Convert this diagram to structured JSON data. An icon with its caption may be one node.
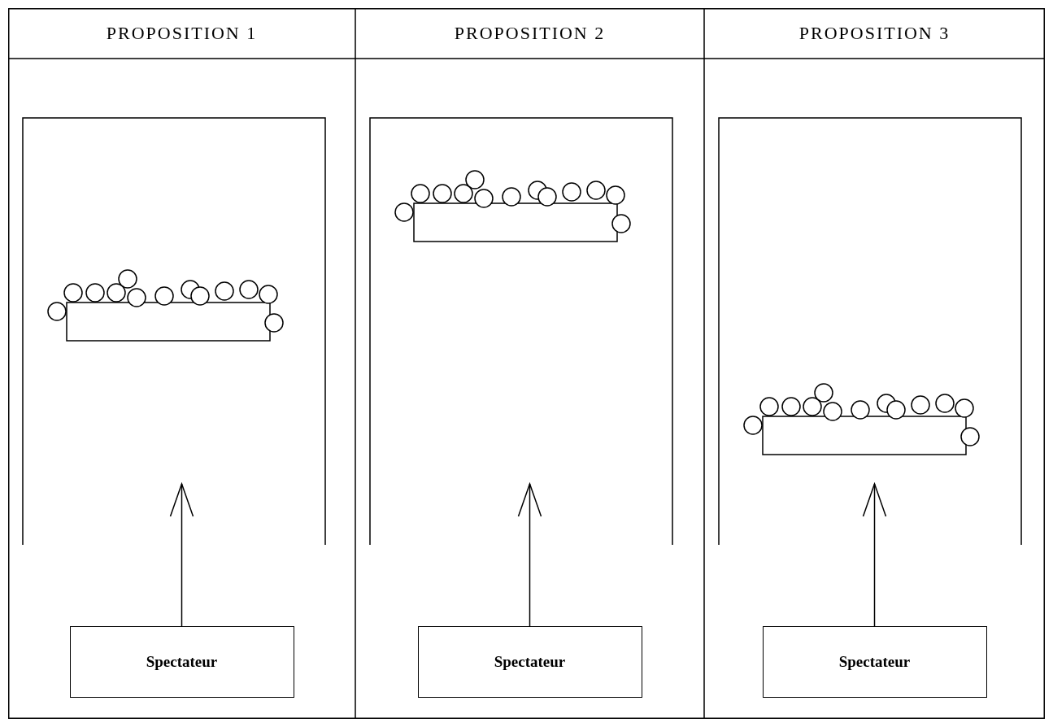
{
  "diagram": {
    "nodes": [
      {
        "text": [
          "Spectateur"
        ]
      },
      {
        "text": [
          "Spectateur"
        ]
      },
      {
        "text": [
          "Spectateur"
        ]
      }
    ],
    "edges": [
      {
        "from": 0,
        "to": null,
        "arrow": "to"
      },
      {
        "from": 1,
        "to": null,
        "arrow": "to"
      },
      {
        "from": 2,
        "to": null,
        "arrow": "to"
      }
    ],
    "labels": [
      "PROPOSITION 1",
      "PROPOSITION 2",
      "PROPOSITION 3"
    ]
  }
}
